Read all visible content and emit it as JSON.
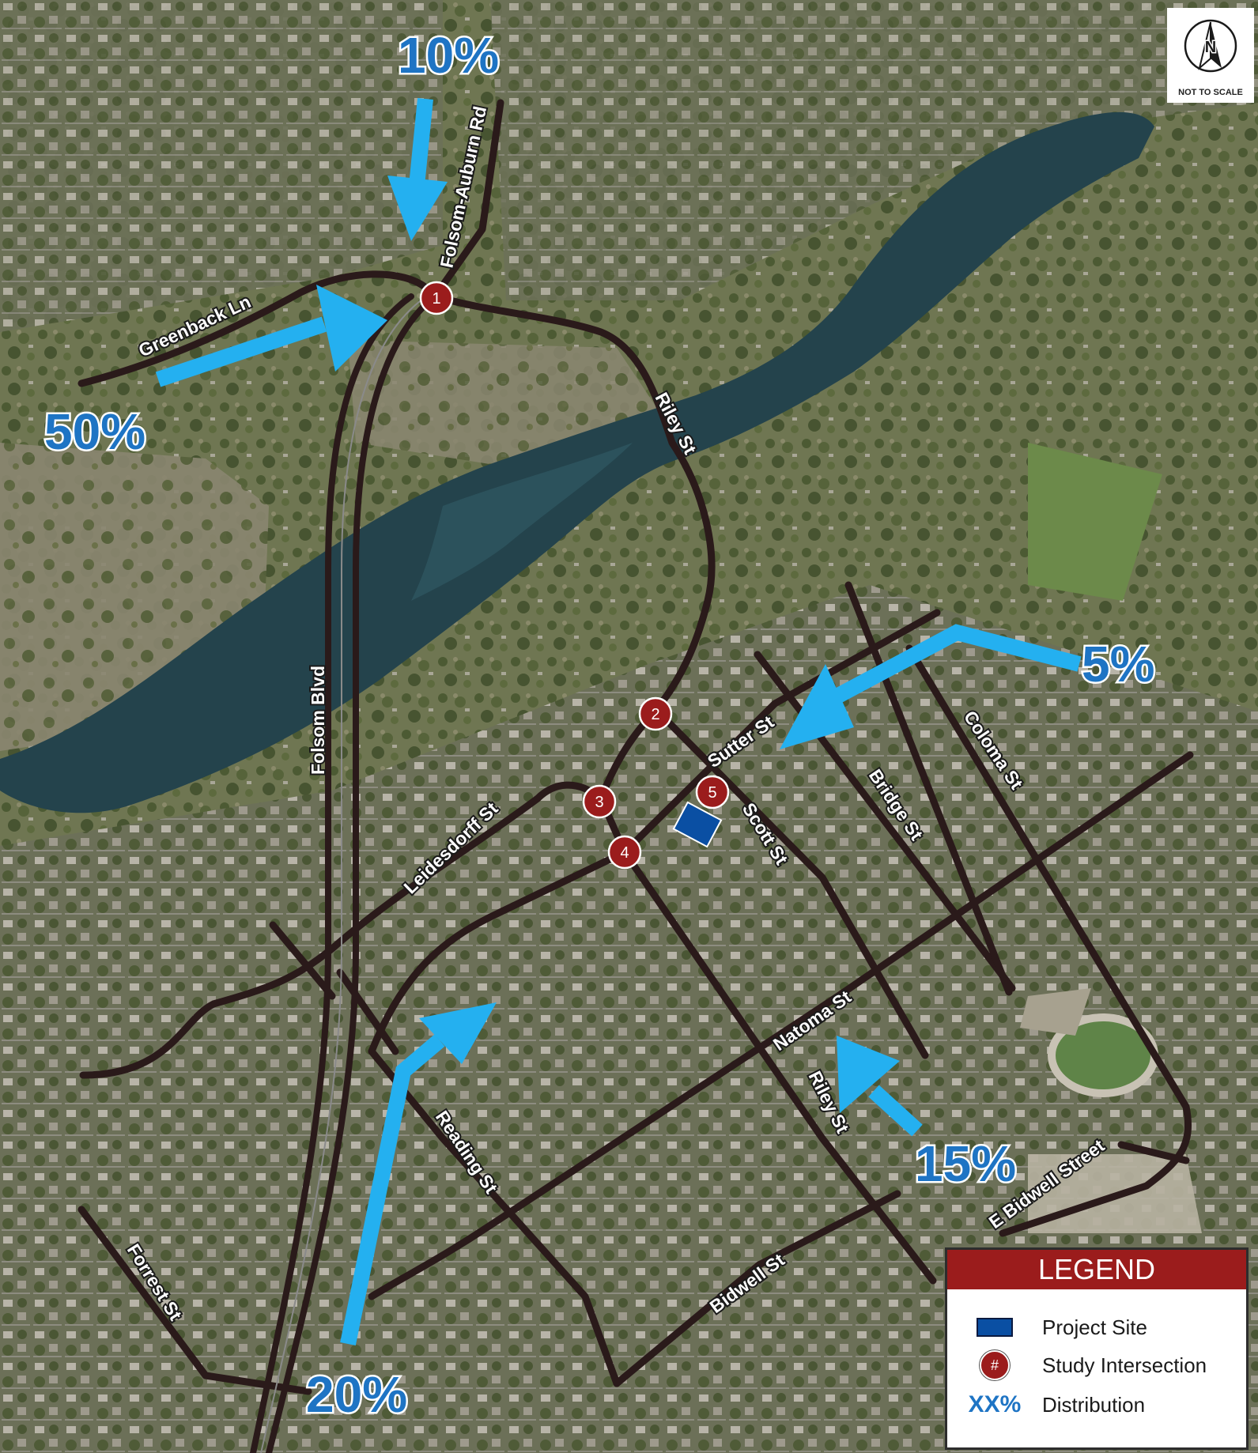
{
  "north_arrow": {
    "letter": "N",
    "scale_note": "NOT TO SCALE"
  },
  "streets": {
    "folsom_auburn": "Folsom-Auburn Rd",
    "greenback": "Greenback Ln",
    "riley_north": "Riley St",
    "folsom_blvd": "Folsom Blvd",
    "sutter": "Sutter St",
    "leidesdorff": "Leidesdorff St",
    "scott": "Scott St",
    "bridge": "Bridge St",
    "coloma": "Coloma St",
    "natoma": "Natoma St",
    "riley_south": "Riley St",
    "reading": "Reading St",
    "e_bidwell": "E Bidwell Street",
    "bidwell": "Bidwell St",
    "forrest": "Forrest St"
  },
  "distributions": {
    "north": "10%",
    "west": "50%",
    "east": "5%",
    "southeast": "15%",
    "south": "20%"
  },
  "intersections": [
    "1",
    "2",
    "3",
    "4",
    "5"
  ],
  "legend": {
    "title": "LEGEND",
    "project_site": "Project Site",
    "study_symbol": "#",
    "study_intersection": "Study Intersection",
    "distribution_symbol": "XX%",
    "distribution": "Distribution"
  },
  "colors": {
    "arrow": "#24b0f0",
    "percent_text": "#1e74c4",
    "intersection": "#9b1c1c",
    "project_site": "#0a4fa3",
    "legend_header": "#9b1c1c",
    "river": "#24434c",
    "road": "#2a1a1a"
  }
}
